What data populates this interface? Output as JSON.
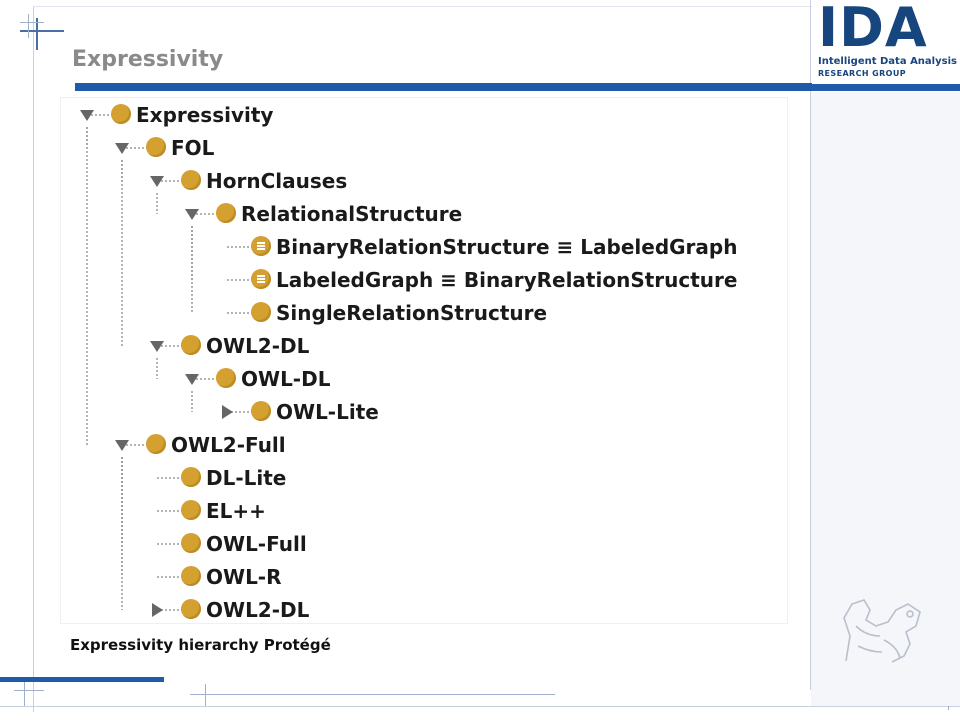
{
  "slide": {
    "title": "Expressivity",
    "caption": "Expressivity hierarchy Protégé"
  },
  "logo": {
    "letters": "IDA",
    "line1": "Intelligent Data Analysis",
    "line2": "RESEARCH GROUP"
  },
  "tree": {
    "nodes": [
      {
        "label": "Expressivity",
        "depth": 0,
        "twisty": "expanded",
        "icon": "class-icon"
      },
      {
        "label": "FOL",
        "depth": 1,
        "twisty": "expanded",
        "icon": "class-icon"
      },
      {
        "label": "HornClauses",
        "depth": 2,
        "twisty": "expanded",
        "icon": "class-icon"
      },
      {
        "label": "RelationalStructure",
        "depth": 3,
        "twisty": "expanded",
        "icon": "class-icon"
      },
      {
        "label": "BinaryRelationStructure ≡ LabeledGraph",
        "depth": 4,
        "twisty": "none",
        "icon": "equivalent-class-icon"
      },
      {
        "label": "LabeledGraph ≡ BinaryRelationStructure",
        "depth": 4,
        "twisty": "none",
        "icon": "equivalent-class-icon"
      },
      {
        "label": "SingleRelationStructure",
        "depth": 4,
        "twisty": "none",
        "icon": "class-icon"
      },
      {
        "label": "OWL2-DL",
        "depth": 2,
        "twisty": "expanded",
        "icon": "class-icon"
      },
      {
        "label": "OWL-DL",
        "depth": 3,
        "twisty": "expanded",
        "icon": "class-icon"
      },
      {
        "label": "OWL-Lite",
        "depth": 4,
        "twisty": "collapsed",
        "icon": "class-icon"
      },
      {
        "label": "OWL2-Full",
        "depth": 1,
        "twisty": "expanded",
        "icon": "class-icon"
      },
      {
        "label": "DL-Lite",
        "depth": 2,
        "twisty": "none",
        "icon": "class-icon"
      },
      {
        "label": "EL++",
        "depth": 2,
        "twisty": "none",
        "icon": "class-icon"
      },
      {
        "label": "OWL-Full",
        "depth": 2,
        "twisty": "none",
        "icon": "class-icon"
      },
      {
        "label": "OWL-R",
        "depth": 2,
        "twisty": "none",
        "icon": "class-icon"
      },
      {
        "label": "OWL2-DL",
        "depth": 2,
        "twisty": "collapsed",
        "icon": "class-icon"
      }
    ]
  },
  "colors": {
    "accent": "#1f5ba8",
    "class_icon": "#d4a030",
    "title_text": "#8a8a8a"
  }
}
